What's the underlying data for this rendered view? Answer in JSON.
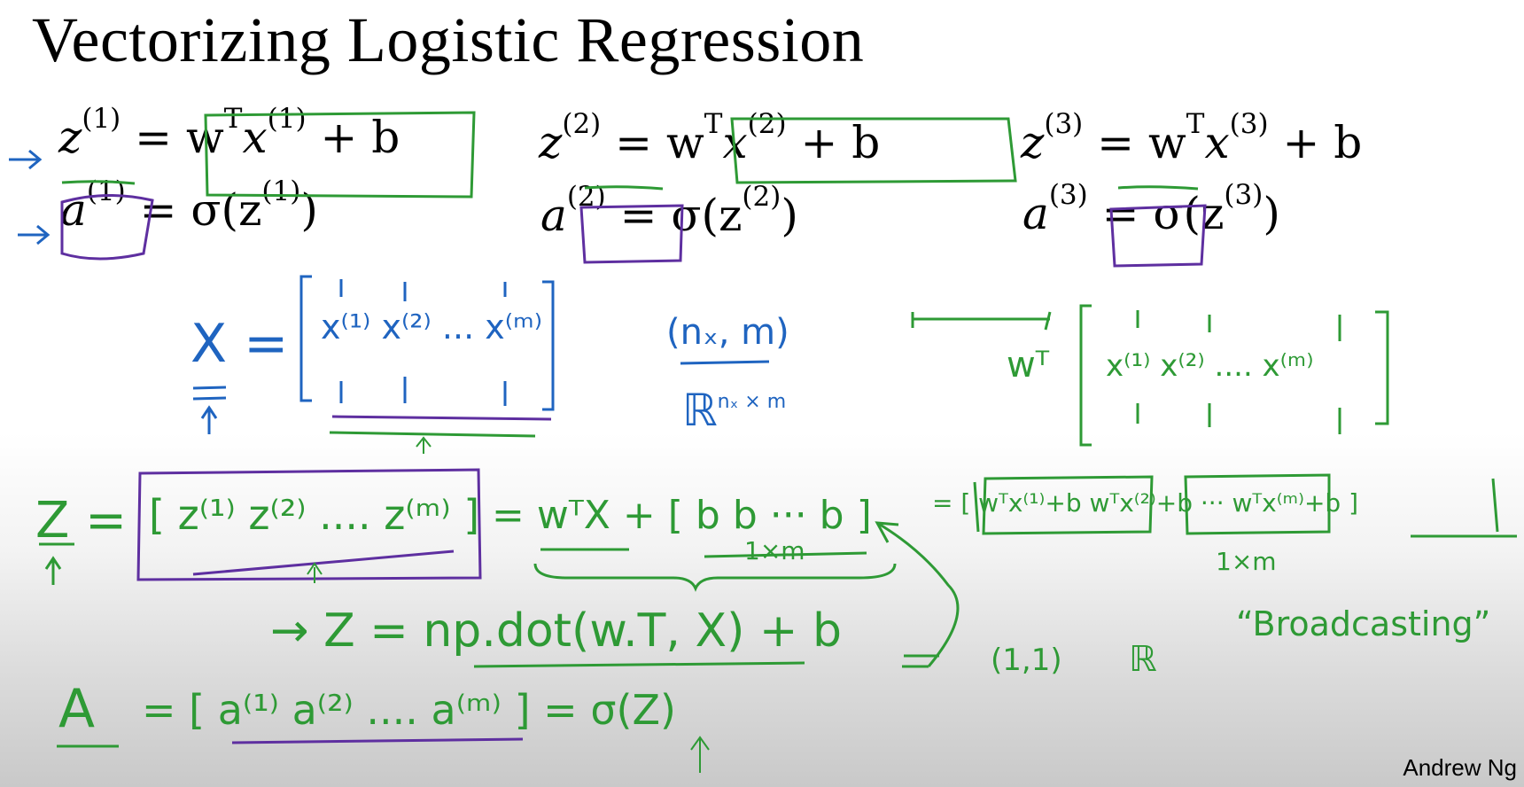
{
  "title": "Vectorizing Logistic Regression",
  "credit": "Andrew Ng",
  "typeset": {
    "z1": {
      "lhs": "z",
      "sup": "(1)",
      "rhs_a": "= w",
      "rhs_t": "T",
      "rhs_b": "x",
      "rhs_sup": "(1)",
      "rhs_c": " + b"
    },
    "a1": {
      "lhs": "a",
      "sup": "(1)",
      "rhs": "= σ(z",
      "rhs_sup": "(1)",
      "rhs_end": ")"
    },
    "z2": {
      "lhs": "z",
      "sup": "(2)",
      "rhs_a": "= w",
      "rhs_t": "T",
      "rhs_b": "x",
      "rhs_sup": "(2)",
      "rhs_c": " + b"
    },
    "a2": {
      "lhs": "a",
      "sup": "(2)",
      "rhs": "= σ(z",
      "rhs_sup": "(2)",
      "rhs_end": ")"
    },
    "z3": {
      "lhs": "z",
      "sup": "(3)",
      "rhs_a": "= w",
      "rhs_t": "T",
      "rhs_b": "x",
      "rhs_sup": "(3)",
      "rhs_c": " + b"
    },
    "a3": {
      "lhs": "a",
      "sup": "(3)",
      "rhs": "= σ(z",
      "rhs_sup": "(3)",
      "rhs_end": ")"
    }
  },
  "handwriting": {
    "X_lhs": "X =",
    "X_cols": "x⁽¹⁾  x⁽²⁾ ... x⁽ᵐ⁾",
    "shape": "(nₓ, m)",
    "space": "ℝ",
    "space_sup": "nₓ × m",
    "w_label": "wᵀ",
    "w_cols": "x⁽¹⁾  x⁽²⁾ .... x⁽ᵐ⁾",
    "Z_lhs": "Z =",
    "Z_row": "[ z⁽¹⁾  z⁽²⁾ .... z⁽ᵐ⁾ ]",
    "Z_rhs": "= wᵀX + [ b  b ··· b ]",
    "one_by_m": "1×m",
    "Z_expand": "= [ wᵀx⁽¹⁾+b   wᵀx⁽²⁾+b  ···  wᵀx⁽ᵐ⁾+b ]",
    "one_by_m_2": "1×m",
    "np_line": "→ Z = np.dot(w.T, X) + b",
    "b_shape": "(1,1)",
    "real": "ℝ",
    "broadcasting": "“Broadcasting”",
    "A_lhs": "A",
    "A_rhs": "= [ a⁽¹⁾  a⁽²⁾ .... a⁽ᵐ⁾ ]  =  σ(Z)"
  },
  "colors": {
    "green": "#2e9a35",
    "blue": "#1f64c0",
    "purple": "#5e2fa0"
  }
}
